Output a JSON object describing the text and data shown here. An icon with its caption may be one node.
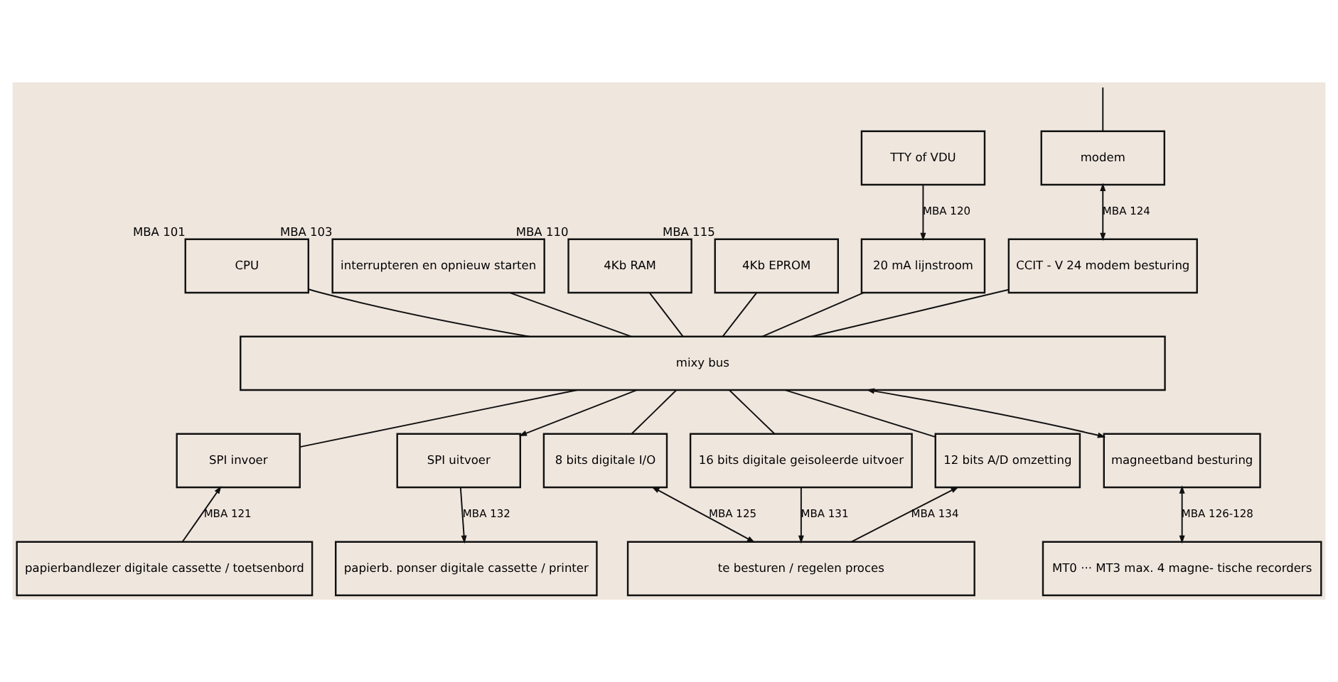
{
  "diagram": {
    "nodes": [
      {
        "text": [
          "CPU"
        ],
        "beside": [
          "MBA 101"
        ]
      },
      {
        "text": [
          "interrupteren en opnieuw starten"
        ],
        "beside": [
          "MBA 103"
        ]
      },
      {
        "text": [
          "4Kb RAM"
        ],
        "beside": [
          "MBA 110"
        ]
      },
      {
        "text": [
          "4Kb EPROM"
        ],
        "beside": [
          "MBA 115"
        ]
      },
      {
        "text": [
          "TTY of VDU"
        ]
      },
      {
        "text": [
          "modem"
        ]
      },
      {
        "text": [
          "20 mA lijnstroom"
        ]
      },
      {
        "text": [
          "CCIT - V 24 modem besturing"
        ]
      },
      {
        "text": [
          "mixy bus"
        ]
      },
      {
        "text": [
          "SPI invoer"
        ]
      },
      {
        "text": [
          "SPI uitvoer"
        ]
      },
      {
        "text": [
          "8 bits digitale I/O"
        ]
      },
      {
        "text": [
          "16 bits digitale geisoleerde uitvoer"
        ]
      },
      {
        "text": [
          "12 bits A/D omzetting"
        ]
      },
      {
        "text": [
          "magneetband besturing"
        ]
      },
      {
        "text": [
          "papierbandlezer digitale cassette / toetsenbord"
        ]
      },
      {
        "text": [
          "papierb. ponser digitale cassette / printer"
        ]
      },
      {
        "text": [
          "te besturen / regelen proces"
        ]
      },
      {
        "text": [
          "MT0 ··· MT3 max. 4 magne- tische recorders"
        ]
      }
    ],
    "edges": [
      {
        "from": null,
        "to": 5,
        "arrow": "none"
      },
      {
        "from": 4,
        "to": 6,
        "arrow": "to",
        "label": "MBA 120"
      },
      {
        "from": 5,
        "to": 7,
        "arrow": "both",
        "label": "MBA 124"
      },
      {
        "from": 0,
        "to": 8,
        "arrow": "none"
      },
      {
        "from": 1,
        "to": 8,
        "arrow": "none"
      },
      {
        "from": 2,
        "to": 8,
        "arrow": "none"
      },
      {
        "from": 3,
        "to": 8,
        "arrow": "none"
      },
      {
        "from": 6,
        "to": 8,
        "arrow": "none"
      },
      {
        "from": 7,
        "to": 8,
        "arrow": "none"
      },
      {
        "from": 8,
        "to": 9,
        "arrow": "none"
      },
      {
        "from": 8,
        "to": 10,
        "arrow": "to"
      },
      {
        "from": 8,
        "to": 11,
        "arrow": "none"
      },
      {
        "from": 8,
        "to": 12,
        "arrow": "none"
      },
      {
        "from": 8,
        "to": 13,
        "arrow": "none"
      },
      {
        "from": 8,
        "to": 14,
        "arrow": "both"
      },
      {
        "from": 15,
        "to": 9,
        "arrow": "to",
        "label": "MBA 121"
      },
      {
        "from": 10,
        "to": 16,
        "arrow": "to",
        "label": "MBA 132"
      },
      {
        "from": 11,
        "to": 17,
        "arrow": "both",
        "label": "MBA 125"
      },
      {
        "from": 12,
        "to": 17,
        "arrow": "to",
        "label": "MBA 131"
      },
      {
        "from": 17,
        "to": 13,
        "arrow": "to",
        "label": "MBA 134"
      },
      {
        "from": 14,
        "to": 18,
        "arrow": "both",
        "label": "MBA 126-128"
      }
    ]
  }
}
